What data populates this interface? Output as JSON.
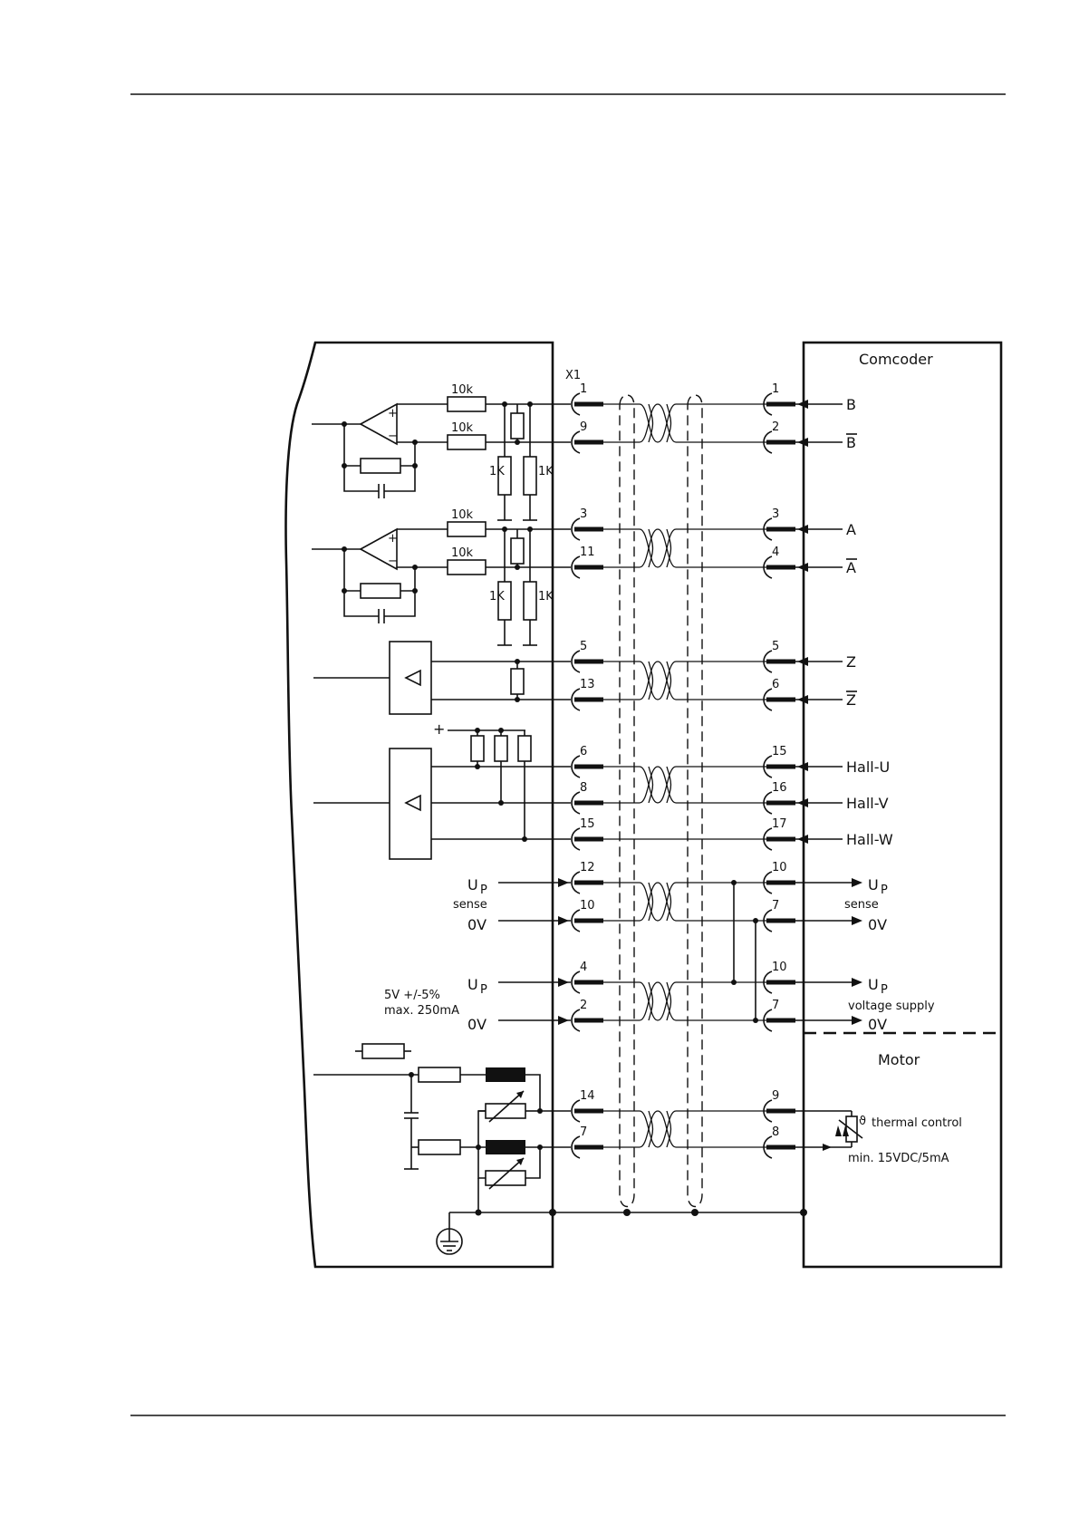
{
  "diagram": {
    "connector_label": "X1",
    "device_title": "Comcoder",
    "motor_title": "Motor",
    "resistor_10k": "10k",
    "resistor_1k": "1K",
    "plus_sign": "+",
    "channels": [
      {
        "left_pin": "1",
        "right_pin": "1",
        "signal": "B",
        "overline": false
      },
      {
        "left_pin": "9",
        "right_pin": "2",
        "signal": "B",
        "overline": true
      },
      {
        "left_pin": "3",
        "right_pin": "3",
        "signal": "A",
        "overline": false
      },
      {
        "left_pin": "11",
        "right_pin": "4",
        "signal": "A",
        "overline": true
      },
      {
        "left_pin": "5",
        "right_pin": "5",
        "signal": "Z",
        "overline": false
      },
      {
        "left_pin": "13",
        "right_pin": "6",
        "signal": "Z",
        "overline": true
      },
      {
        "left_pin": "6",
        "right_pin": "15",
        "signal": "Hall-U",
        "overline": false
      },
      {
        "left_pin": "8",
        "right_pin": "16",
        "signal": "Hall-V",
        "overline": false
      },
      {
        "left_pin": "15",
        "right_pin": "17",
        "signal": "Hall-W",
        "overline": false
      }
    ],
    "sense": {
      "up_pin_left": "12",
      "up_pin_right": "10",
      "zero_pin_left": "10",
      "zero_pin_right": "7",
      "up_label": "U",
      "up_sub": "P",
      "sense_label": "sense",
      "zero_label": "0V"
    },
    "supply": {
      "up_pin_left": "4",
      "up_pin_right": "10",
      "zero_pin_left": "2",
      "zero_pin_right": "7",
      "voltage_spec": "5V +/-5%",
      "current_spec": "max. 250mA",
      "supply_label": "voltage supply"
    },
    "thermal": {
      "pin_left_top": "14",
      "pin_right_top": "9",
      "pin_left_bottom": "7",
      "pin_right_bottom": "8",
      "label": "thermal control",
      "spec": "min. 15VDC/5mA"
    }
  }
}
